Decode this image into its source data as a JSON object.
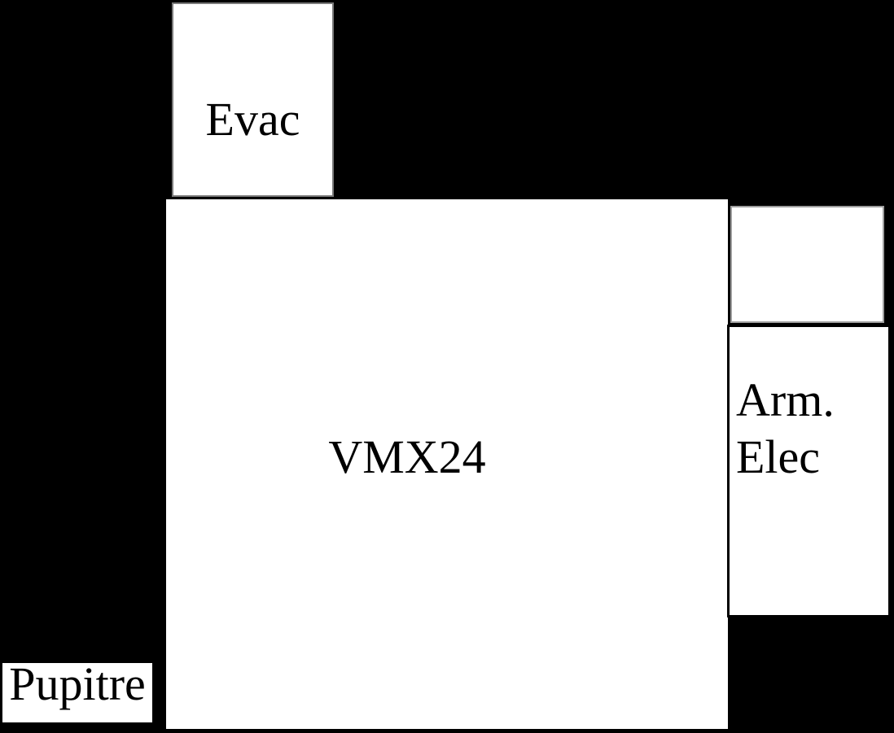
{
  "diagram": {
    "boxes": {
      "evac": {
        "label": "Evac"
      },
      "vmx24": {
        "label": "VMX24"
      },
      "upper_right": {
        "label": ""
      },
      "arm_elec": {
        "label_line1": "Arm.",
        "label_line2": "Elec"
      },
      "pupitre": {
        "label": "Pupitre"
      }
    },
    "colors": {
      "background": "#000000",
      "box_fill": "#ffffff",
      "text": "#000000",
      "evac_border": "#7a7a7a",
      "upper_right_border": "#9e9e9e",
      "arm_elec_border": "#000000"
    }
  }
}
